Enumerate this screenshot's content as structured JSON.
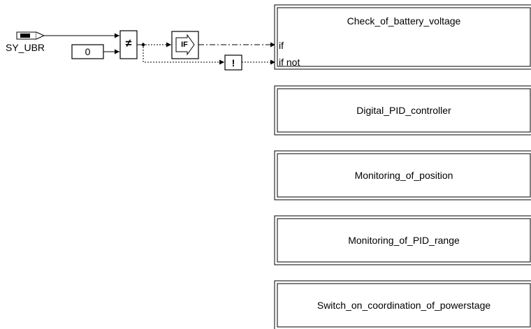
{
  "signal_input": {
    "name": "SY_UBR"
  },
  "constant_block": {
    "value": "0"
  },
  "compare_block": {
    "operator": "≠"
  },
  "if_block": {
    "symbol": "IF"
  },
  "not_block": {
    "symbol": "!"
  },
  "subsystems": [
    {
      "title": "Check_of_battery_voltage",
      "inputs": [
        "if",
        "if not"
      ]
    },
    {
      "title": "Digital_PID_controller"
    },
    {
      "title": "Monitoring_of_position"
    },
    {
      "title": "Monitoring_of_PID_range"
    },
    {
      "title": "Switch_on_coordination_of_powerstage"
    }
  ]
}
